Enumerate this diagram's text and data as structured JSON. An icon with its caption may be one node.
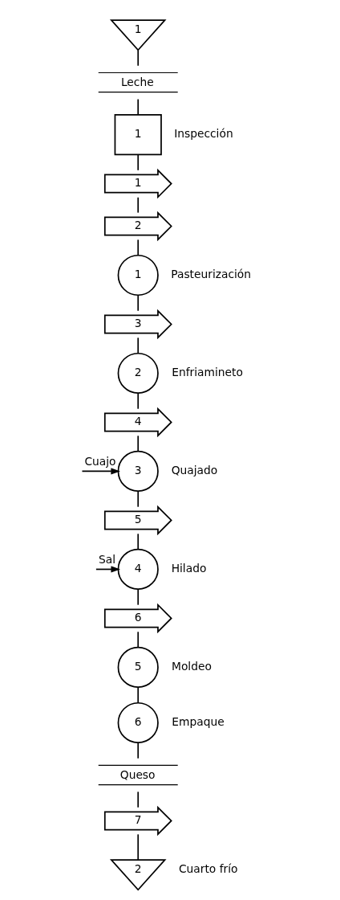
{
  "diagram": {
    "nodes": [
      {
        "text": [
          "1"
        ]
      },
      {
        "text": [
          "Leche"
        ]
      },
      {
        "text": [
          "1"
        ],
        "beside": [
          "Inspección"
        ]
      },
      {
        "text": [
          "1"
        ]
      },
      {
        "text": [
          "2"
        ]
      },
      {
        "text": [
          "1"
        ],
        "beside": [
          "Pasteurización"
        ]
      },
      {
        "text": [
          "3"
        ]
      },
      {
        "text": [
          "2"
        ],
        "beside": [
          "Enfriamineto"
        ]
      },
      {
        "text": [
          "4"
        ]
      },
      {
        "text": [
          "3"
        ],
        "beside": [
          "Quajado"
        ]
      },
      {
        "text": [
          "5"
        ]
      },
      {
        "text": [
          "4"
        ],
        "beside": [
          "Hilado"
        ]
      },
      {
        "text": [
          "6"
        ]
      },
      {
        "text": [
          "5"
        ],
        "beside": [
          "Moldeo"
        ]
      },
      {
        "text": [
          "6"
        ],
        "beside": [
          "Empaque"
        ]
      },
      {
        "text": [
          "Queso"
        ]
      },
      {
        "text": [
          "7"
        ]
      },
      {
        "text": [
          "2"
        ],
        "beside": [
          "Cuarto frío"
        ]
      }
    ],
    "edges": [
      {
        "from": 0,
        "to": 1,
        "arrow": "none"
      },
      {
        "from": 1,
        "to": 2,
        "arrow": "none"
      },
      {
        "from": 2,
        "to": 3,
        "arrow": "none"
      },
      {
        "from": 3,
        "to": 4,
        "arrow": "none"
      },
      {
        "from": 4,
        "to": 5,
        "arrow": "none"
      },
      {
        "from": 5,
        "to": 6,
        "arrow": "none"
      },
      {
        "from": 6,
        "to": 7,
        "arrow": "none"
      },
      {
        "from": 7,
        "to": 8,
        "arrow": "none"
      },
      {
        "from": 8,
        "to": 9,
        "arrow": "none"
      },
      {
        "from": 9,
        "to": 10,
        "arrow": "none"
      },
      {
        "from": 10,
        "to": 11,
        "arrow": "none"
      },
      {
        "from": 11,
        "to": 12,
        "arrow": "none"
      },
      {
        "from": 12,
        "to": 13,
        "arrow": "none"
      },
      {
        "from": 13,
        "to": 14,
        "arrow": "none"
      },
      {
        "from": 14,
        "to": 15,
        "arrow": "none"
      },
      {
        "from": 15,
        "to": 16,
        "arrow": "none"
      },
      {
        "from": 16,
        "to": 17,
        "arrow": "none"
      },
      {
        "from": null,
        "to": 9,
        "arrow": "to",
        "label": "Cuajo"
      },
      {
        "from": null,
        "to": 11,
        "arrow": "to",
        "label": "Sal"
      }
    ]
  }
}
